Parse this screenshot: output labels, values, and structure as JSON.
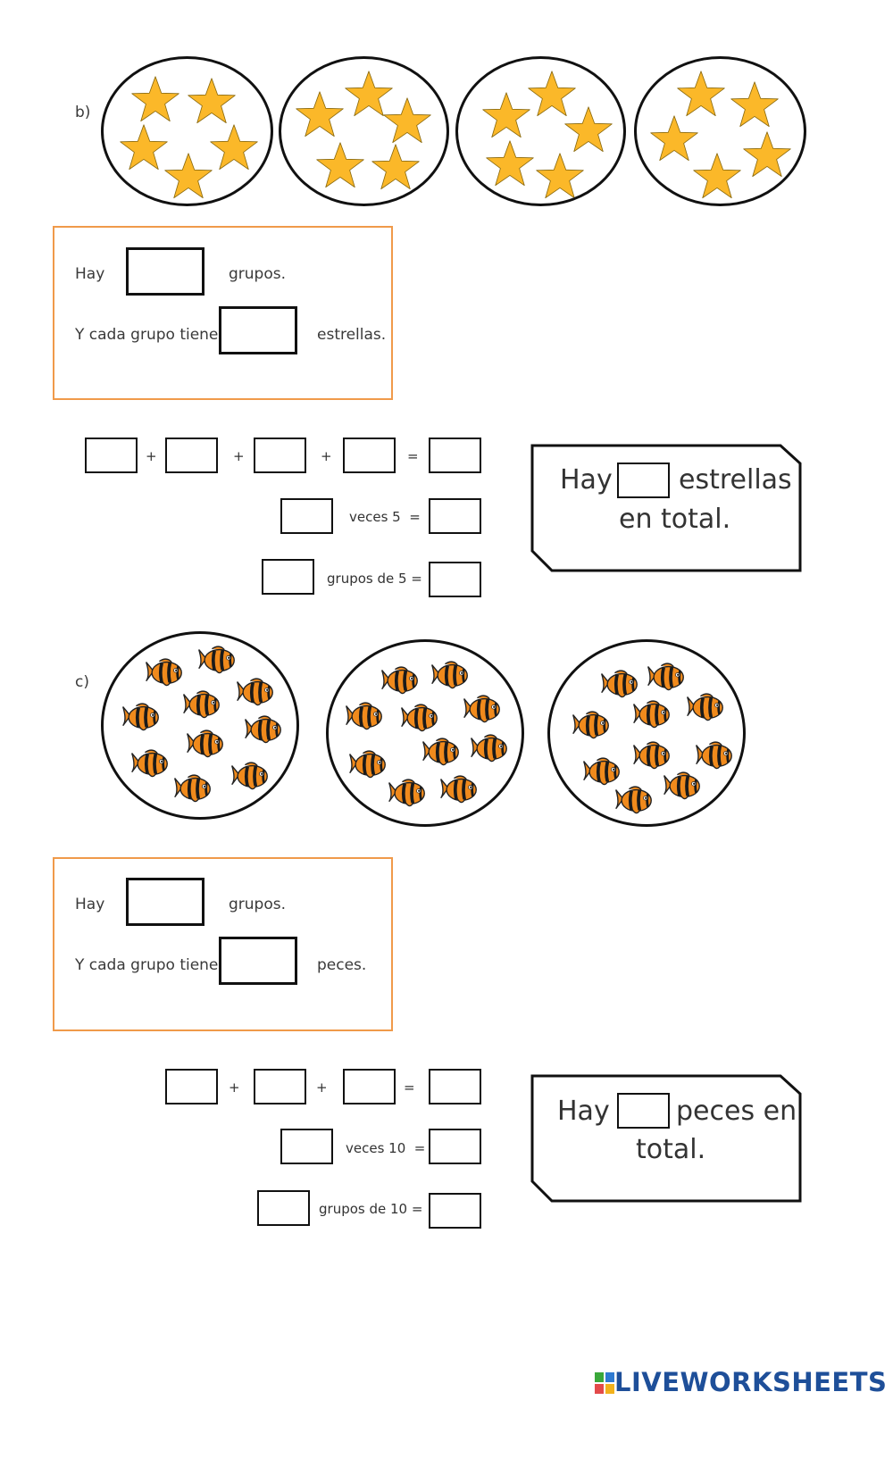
{
  "section_b": {
    "label": "b)",
    "groups_sentence": {
      "prefix": "Hay",
      "suffix": "grupos."
    },
    "each_sentence": {
      "prefix": "Y cada grupo tiene",
      "suffix": "estrellas."
    },
    "ops": {
      "plus": "+",
      "equals": "=",
      "times_text": "veces 5  =",
      "groups_text": "grupos de 5 ="
    },
    "total_card": {
      "hay": "Hay",
      "after": "estrellas",
      "line2": "en total."
    }
  },
  "section_c": {
    "label": "c)",
    "groups_sentence": {
      "prefix": "Hay",
      "suffix": "grupos."
    },
    "each_sentence": {
      "prefix": "Y cada grupo tiene",
      "suffix": "peces."
    },
    "ops": {
      "plus": "+",
      "equals": "=",
      "times_text": "veces 10  =",
      "groups_text": "grupos de 10 ="
    },
    "total_card": {
      "hay": "Hay",
      "after": "peces en",
      "line2": "total."
    }
  },
  "icons": {
    "group_b_item": "star-icon",
    "group_c_item": "clownfish-icon"
  },
  "colors": {
    "star": "#fbb829",
    "fish_orange": "#f08a1c",
    "box_border": "#f09a4a",
    "brand": "#1e4f99"
  },
  "brand": {
    "name": "LIVEWORKSHEETS"
  }
}
